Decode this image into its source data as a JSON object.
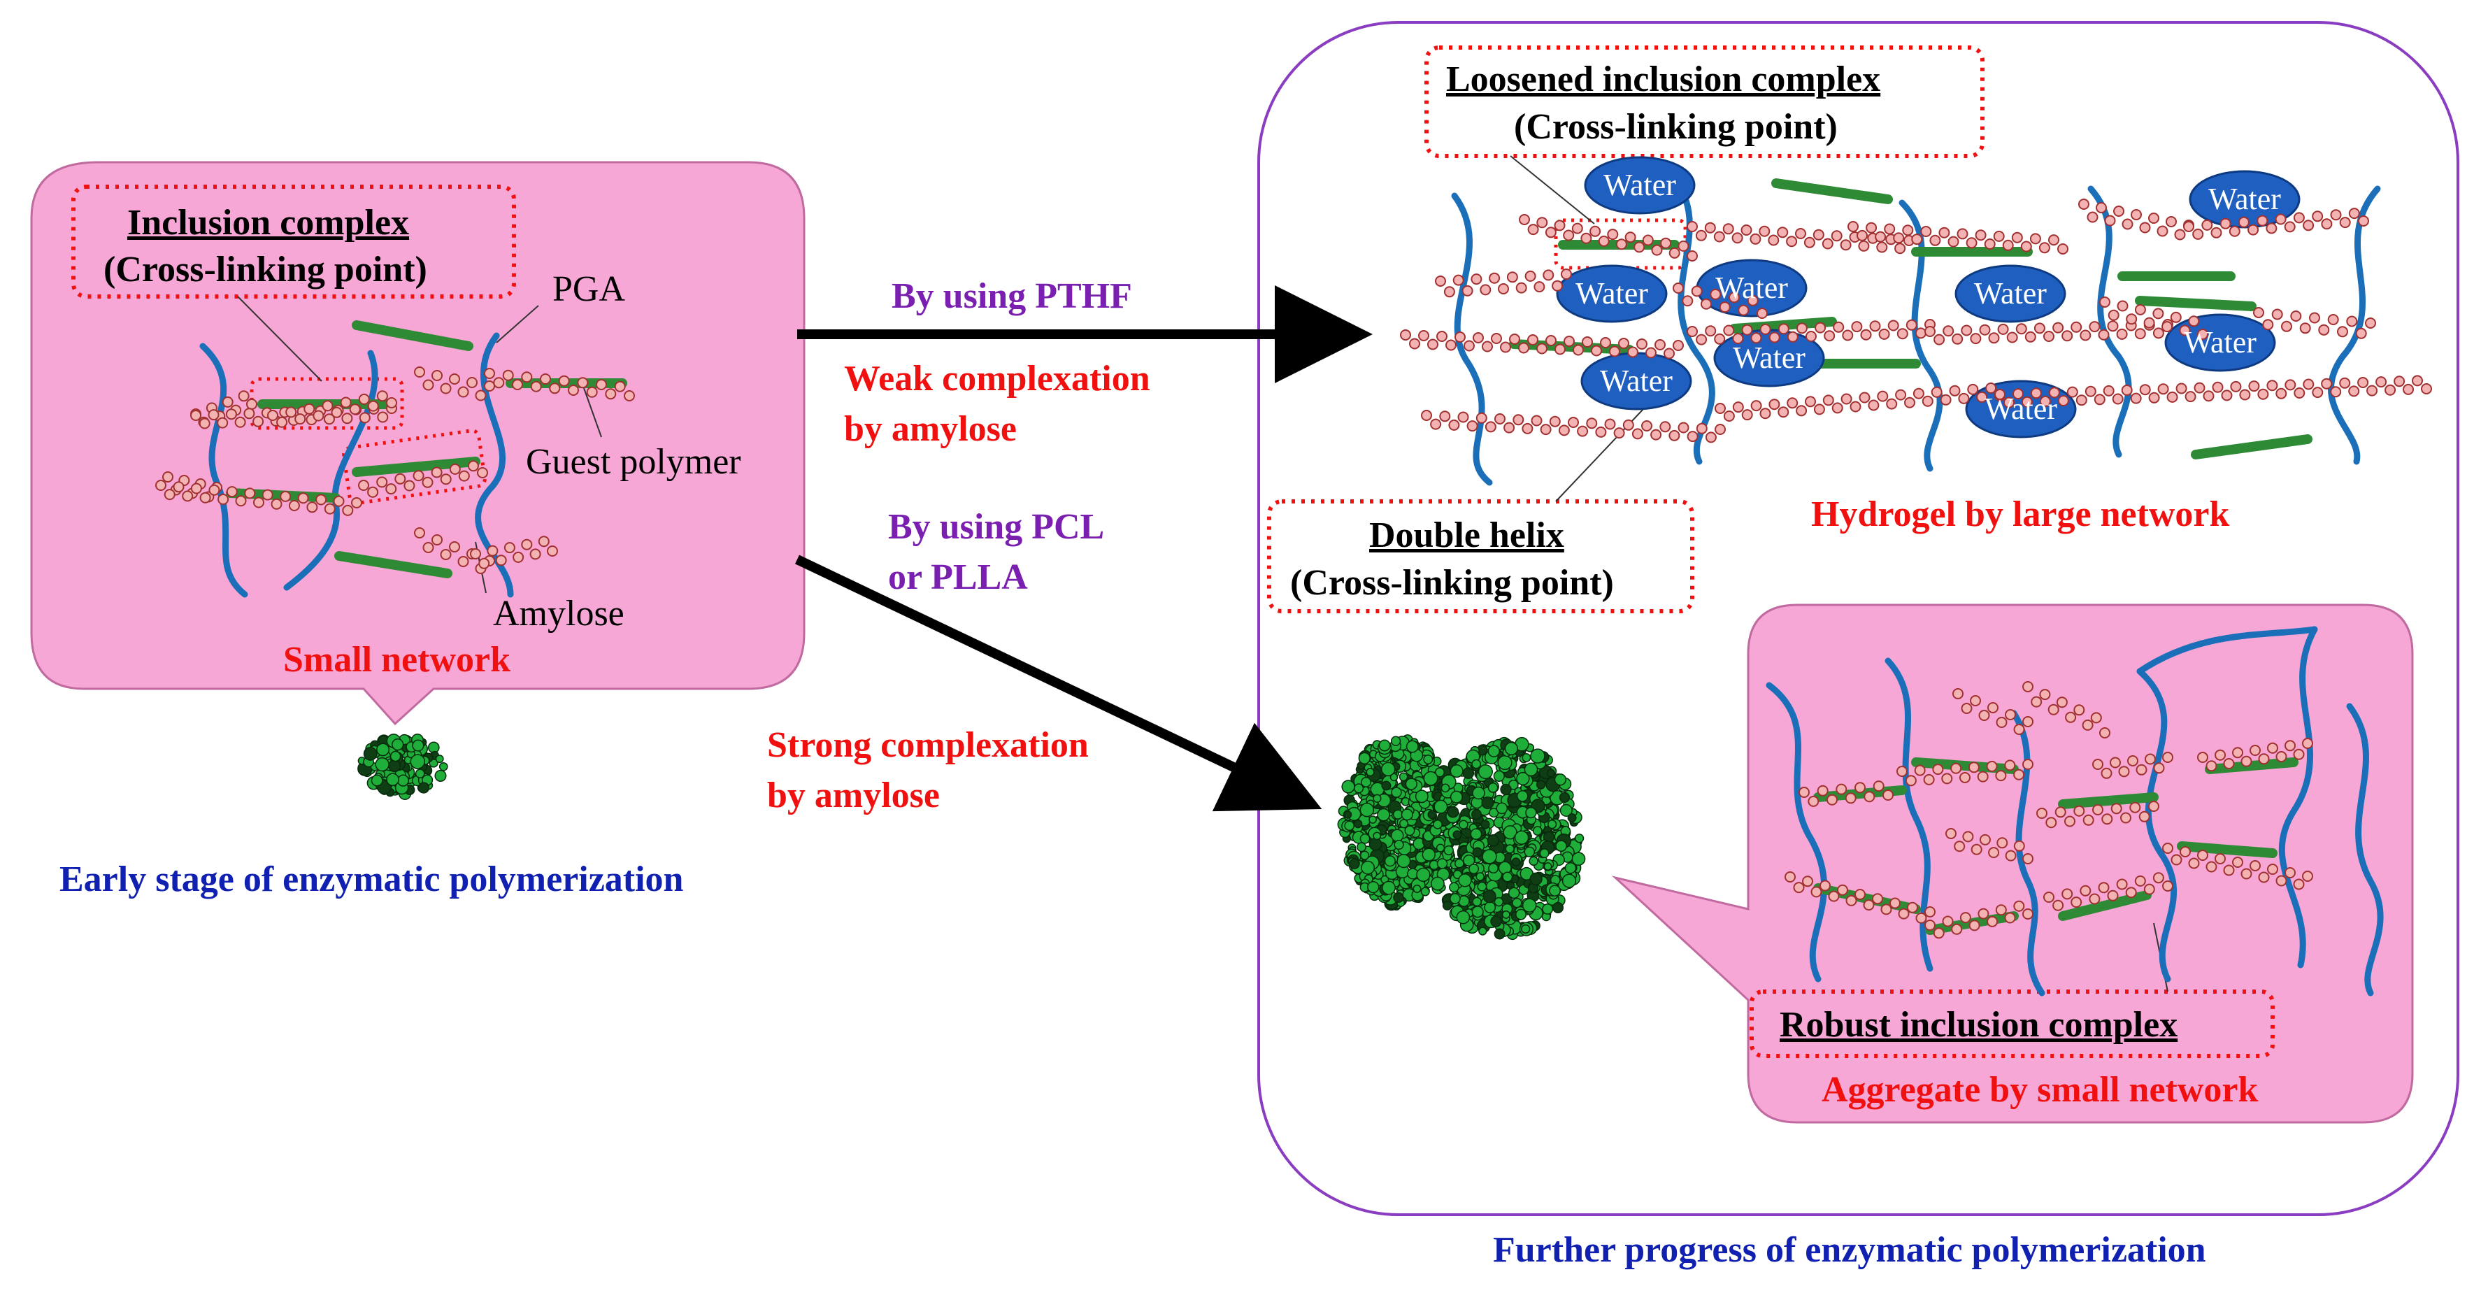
{
  "colors": {
    "pink_fill": "#f7a7d6",
    "pink_border": "#c06aa0",
    "purple_border": "#8a3dc0",
    "red_text": "#f01010",
    "purple_text": "#7a1fb0",
    "blue_text": "#1020b0",
    "chain_blue": "#1b6fb8",
    "guest_green": "#43b24a",
    "amylose_pink": "#f4b3b3",
    "water_blue": "#1f5fbf"
  },
  "left_panel": {
    "inclusion_title": "Inclusion complex",
    "inclusion_sub": "(Cross-linking point)",
    "pga": "PGA",
    "guest_polymer": "Guest polymer",
    "amylose": "Amylose",
    "small_network": "Small network",
    "caption": "Early stage of enzymatic polymerization"
  },
  "arrows": {
    "upper_label": "By using PTHF",
    "upper_result_1": "Weak complexation",
    "upper_result_2": "by amylose",
    "lower_label_1": "By using PCL",
    "lower_label_2": "or PLLA",
    "lower_result_1": "Strong complexation",
    "lower_result_2": "by amylose"
  },
  "right_panel": {
    "loosened_title": "Loosened inclusion complex",
    "loosened_sub": "(Cross-linking point)",
    "water": "Water",
    "double_helix_title": "Double helix",
    "double_helix_sub": "(Cross-linking point)",
    "hydrogel": "Hydrogel by large network",
    "robust_title": "Robust inclusion complex",
    "aggregate": "Aggregate by small network",
    "caption": "Further progress of enzymatic polymerization"
  }
}
